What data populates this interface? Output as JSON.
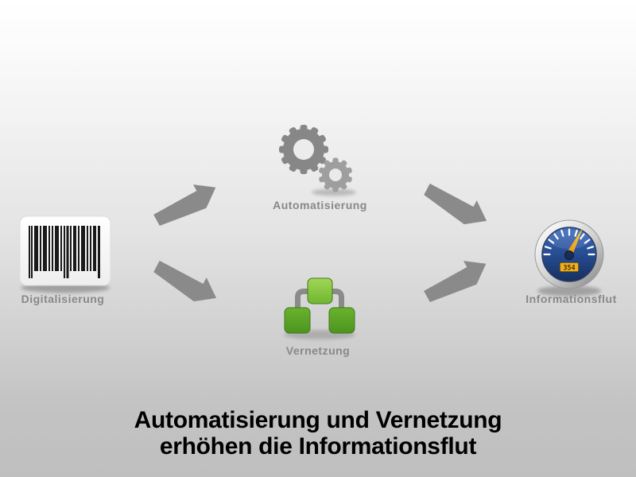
{
  "slide": {
    "title_line1": "Automatisierung und Vernetzung",
    "title_line2": "erhöhen die Informationsflut"
  },
  "nodes": [
    {
      "id": "digitalisierung",
      "label": "Digitalisierung",
      "icon": "barcode-icon"
    },
    {
      "id": "automatisierung",
      "label": "Automatisierung",
      "icon": "gears-icon"
    },
    {
      "id": "vernetzung",
      "label": "Vernetzung",
      "icon": "network-tree-icon"
    },
    {
      "id": "informationsflut",
      "label": "Informationsflut",
      "icon": "speedometer-icon"
    }
  ],
  "speedometer": {
    "display_value": "354"
  },
  "arrows": [
    {
      "from": "Digitalisierung",
      "to": "Automatisierung",
      "direction": "up-right"
    },
    {
      "from": "Digitalisierung",
      "to": "Vernetzung",
      "direction": "down-right"
    },
    {
      "from": "Automatisierung",
      "to": "Informationsflut",
      "direction": "down-right"
    },
    {
      "from": "Vernetzung",
      "to": "Informationsflut",
      "direction": "up-right"
    }
  ],
  "colors": {
    "background_top": "#ffffff",
    "background_bottom": "#bfbfbf",
    "arrow_gray": "#8a8a8a",
    "label_gray": "#888888",
    "title_black": "#000000",
    "network_green": "#6cb52d",
    "gauge_blue": "#24498c",
    "needle_yellow": "#f5b021",
    "barcode_black": "#1a1a1a"
  }
}
